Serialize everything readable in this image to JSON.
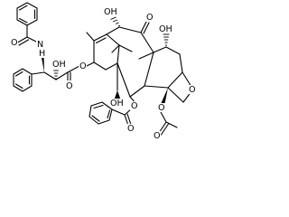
{
  "figure": {
    "labels": {
      "amide_h": "H",
      "amide_n": "N",
      "benzoyl_amide_o": "O",
      "side_chain_oh": "OH",
      "ester_o_carbonyl": "O",
      "ester_o_link": "O",
      "c10_oh": "OH",
      "c9_keto_o": "O",
      "c7_oh": "OH",
      "oxetane_o": "O",
      "c1_oh": "OH",
      "c2_benzoate_o_link": "O",
      "c2_benzoate_o_carbonyl": "O",
      "c4_acetate_o_link": "O",
      "c4_acetate_o_carbonyl": "O"
    }
  }
}
